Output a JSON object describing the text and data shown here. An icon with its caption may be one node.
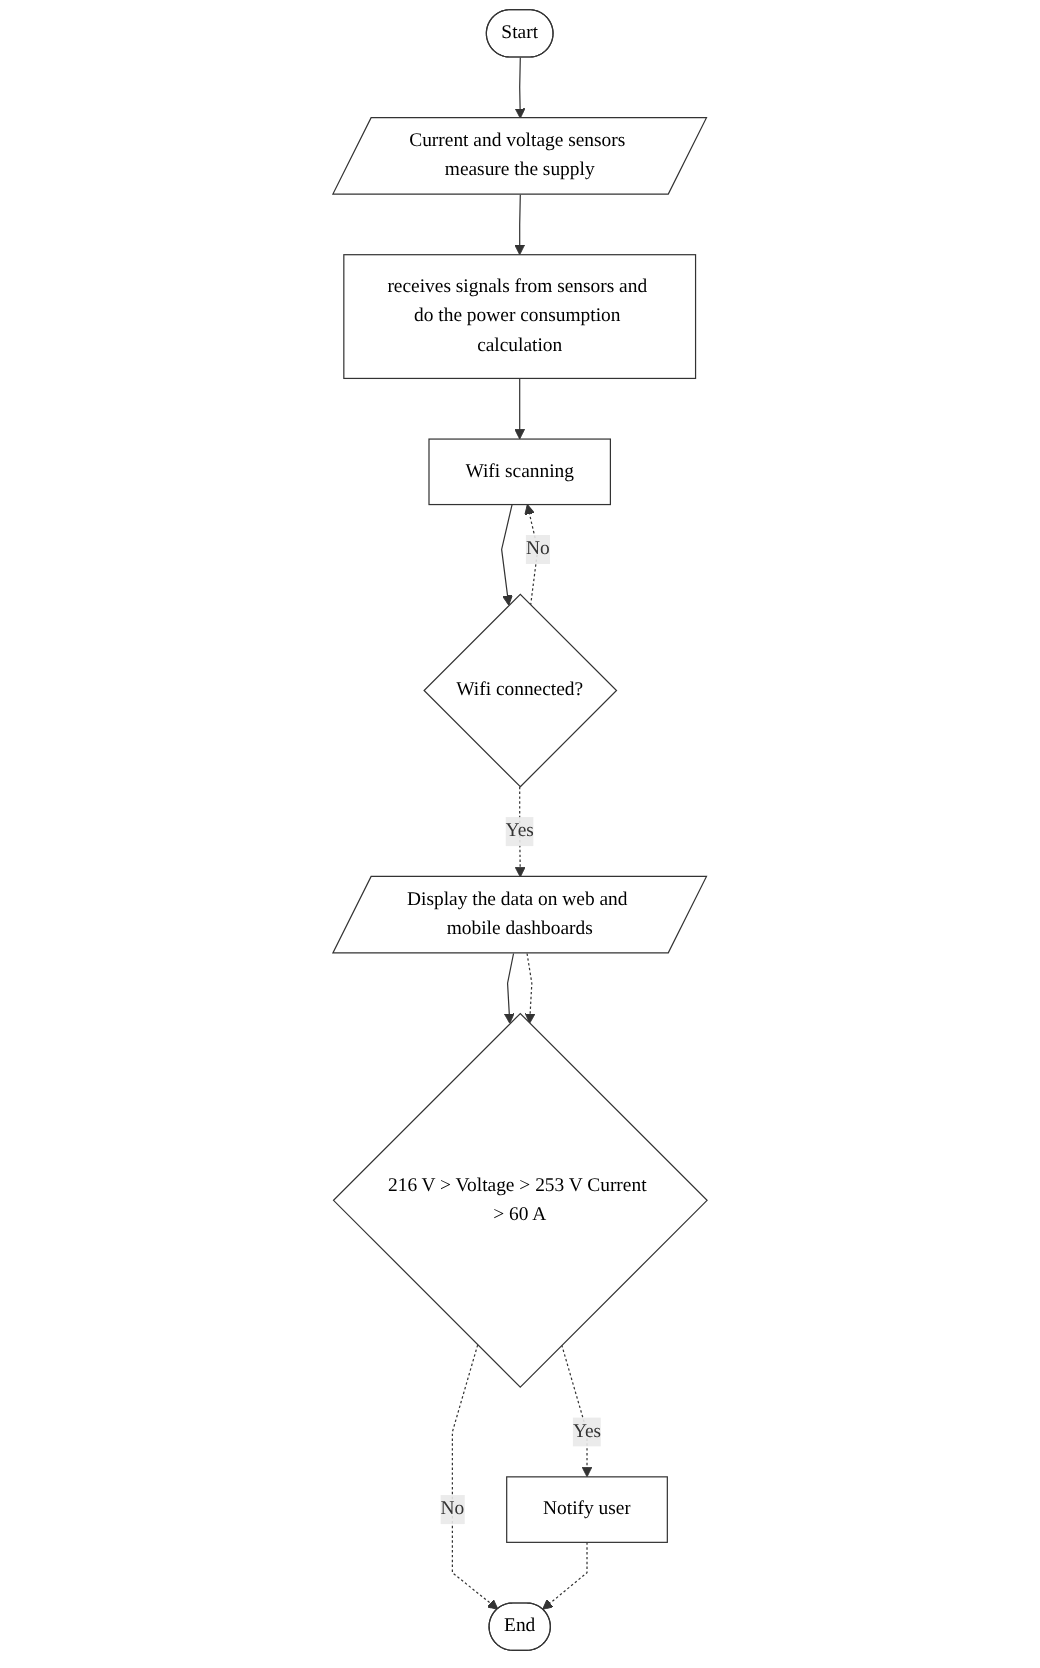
{
  "diagram": {
    "nodes": [
      {
        "text": [
          "Start"
        ]
      },
      {
        "text": [
          "Current and voltage sensors measure the supply"
        ]
      },
      {
        "text": [
          "receives signals from sensors and do the power consumption calculation"
        ]
      },
      {
        "text": [
          "Wifi scanning"
        ]
      },
      {
        "text": [
          "Wifi connected?"
        ]
      },
      {
        "text": [
          "Display the data on web and mobile dashboards"
        ]
      },
      {
        "text": [
          "216 V > Voltage > 253 V Current > 60 A"
        ]
      },
      {
        "text": [
          "Notify user"
        ]
      },
      {
        "text": [
          "End"
        ]
      }
    ],
    "edges": [
      {
        "from": 0,
        "to": 1,
        "arrow": "to"
      },
      {
        "from": 1,
        "to": 2,
        "arrow": "to"
      },
      {
        "from": 2,
        "to": 3,
        "arrow": "to"
      },
      {
        "from": 3,
        "to": 4,
        "arrow": "to"
      },
      {
        "from": 4,
        "to": 3,
        "arrow": "to",
        "label": "No",
        "style": "dashed"
      },
      {
        "from": 4,
        "to": 5,
        "arrow": "to",
        "label": "Yes",
        "style": "dashed"
      },
      {
        "from": 5,
        "to": 6,
        "arrow": "to"
      },
      {
        "from": 5,
        "to": 6,
        "arrow": "to",
        "style": "dashed"
      },
      {
        "from": 6,
        "to": 7,
        "arrow": "to",
        "label": "Yes",
        "style": "dashed"
      },
      {
        "from": 6,
        "to": 8,
        "arrow": "to",
        "label": "No",
        "style": "dashed"
      },
      {
        "from": 7,
        "to": 8,
        "arrow": "to",
        "style": "dashed"
      }
    ]
  }
}
